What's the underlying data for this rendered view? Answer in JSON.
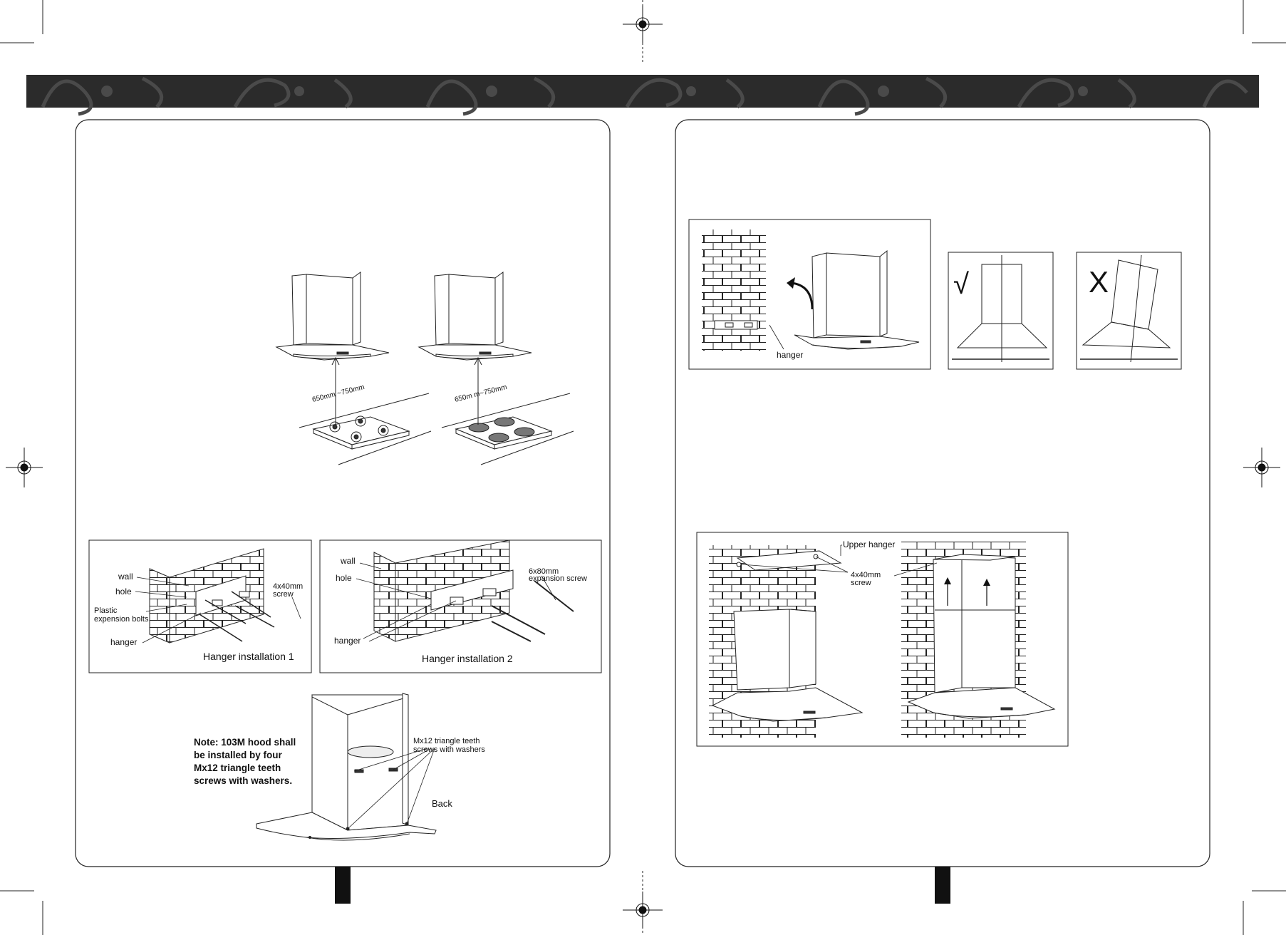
{
  "left_page": {
    "mounting_height": {
      "gas_hob_distance": "650mm ~750mm",
      "electric_hob_distance": "650m m~750mm"
    },
    "hanger_installation_1": {
      "title": "Hanger installation 1",
      "labels": {
        "wall": "wall",
        "hole": "hole",
        "plastic_line1": "Plastic",
        "plastic_line2": "expension bolts",
        "hanger": "hanger",
        "screw_line1": "4x40mm",
        "screw_line2": "screw"
      }
    },
    "hanger_installation_2": {
      "title": "Hanger installation 2",
      "labels": {
        "wall": "wall",
        "hole": "hole",
        "hanger": "hanger",
        "screw_line1": "6x80mm",
        "screw_line2": "expansion screw"
      }
    },
    "back_view": {
      "note_lines": [
        "Note: 103M hood shall",
        "be installed by four",
        "Mx12 triangle teeth",
        "screws with washers."
      ],
      "screw_label_line1": "Mx12 triangle teeth",
      "screw_label_line2": "screws with washers",
      "back_label": "Back"
    }
  },
  "right_page": {
    "hang_figure": {
      "hanger_label": "hanger"
    },
    "level_check": {
      "correct_mark": "√",
      "wrong_mark": "X"
    },
    "chimney_figure": {
      "upper_hanger": "Upper hanger",
      "screw_line1": "4x40mm",
      "screw_line2": "screw"
    }
  }
}
